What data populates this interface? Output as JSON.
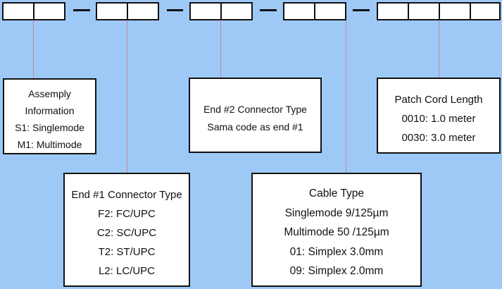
{
  "boxes": {
    "assembly": [
      "Assemply",
      "Information",
      "S1: Singlemode",
      "M1: Multimode"
    ],
    "end2": [
      "End #2 Connector Type",
      "Sama code as end  #1"
    ],
    "length": [
      "Patch Cord Length",
      "0010: 1.0 meter",
      "0030: 3.0 meter"
    ],
    "end1": [
      "End #1 Connector Type",
      "F2: FC/UPC",
      "C2: SC/UPC",
      "T2: ST/UPC",
      "L2: LC/UPC"
    ],
    "cable": [
      "Cable Type",
      "Singlemode 9/125µm",
      "Multimode 50 /125µm",
      "01: Simplex 3.0mm",
      "09: Simplex 2.0mm"
    ]
  },
  "colors": {
    "background": "#9ec9f7",
    "box": "#ffffff",
    "border": "#111111",
    "leader": "#c58a98"
  }
}
